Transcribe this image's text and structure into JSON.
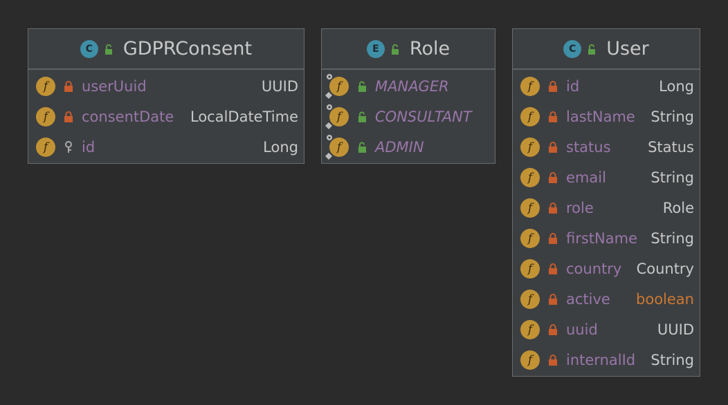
{
  "colors": {
    "background": "#2b2b2b",
    "panel": "#3c3f41",
    "field_name": "#9876aa",
    "type": "#c8c8c8",
    "primitive_type": "#cc7832",
    "field_badge": "#c29335",
    "class_badge": "#3f8fa7",
    "private_lock": "#c75c2e",
    "public_lock": "#5a9e47"
  },
  "entities": [
    {
      "kind": "C",
      "title": "GDPRConsent",
      "fields": [
        {
          "icon": "private-lock-icon",
          "name": "userUuid",
          "type": "UUID"
        },
        {
          "icon": "key-icon",
          "name": "consentDate",
          "type": "LocalDateTime"
        },
        {
          "icon": "key-icon",
          "name": "id",
          "type": "Long"
        }
      ]
    },
    {
      "kind": "E",
      "title": "Role",
      "fields": [
        {
          "icon": "public-lock-icon",
          "name": "MANAGER",
          "type": ""
        },
        {
          "icon": "public-lock-icon",
          "name": "CONSULTANT",
          "type": ""
        },
        {
          "icon": "public-lock-icon",
          "name": "ADMIN",
          "type": ""
        }
      ]
    },
    {
      "kind": "C",
      "title": "User",
      "fields": [
        {
          "icon": "private-lock-icon",
          "name": "id",
          "type": "Long"
        },
        {
          "icon": "private-lock-icon",
          "name": "lastName",
          "type": "String"
        },
        {
          "icon": "private-lock-icon",
          "name": "status",
          "type": "Status"
        },
        {
          "icon": "private-lock-icon",
          "name": "email",
          "type": "String"
        },
        {
          "icon": "private-lock-icon",
          "name": "role",
          "type": "Role"
        },
        {
          "icon": "private-lock-icon",
          "name": "firstName",
          "type": "String"
        },
        {
          "icon": "private-lock-icon",
          "name": "country",
          "type": "Country"
        },
        {
          "icon": "private-lock-icon",
          "name": "active",
          "type": "boolean"
        },
        {
          "icon": "private-lock-icon",
          "name": "uuid",
          "type": "UUID"
        },
        {
          "icon": "private-lock-icon",
          "name": "internalId",
          "type": "String"
        }
      ]
    }
  ]
}
